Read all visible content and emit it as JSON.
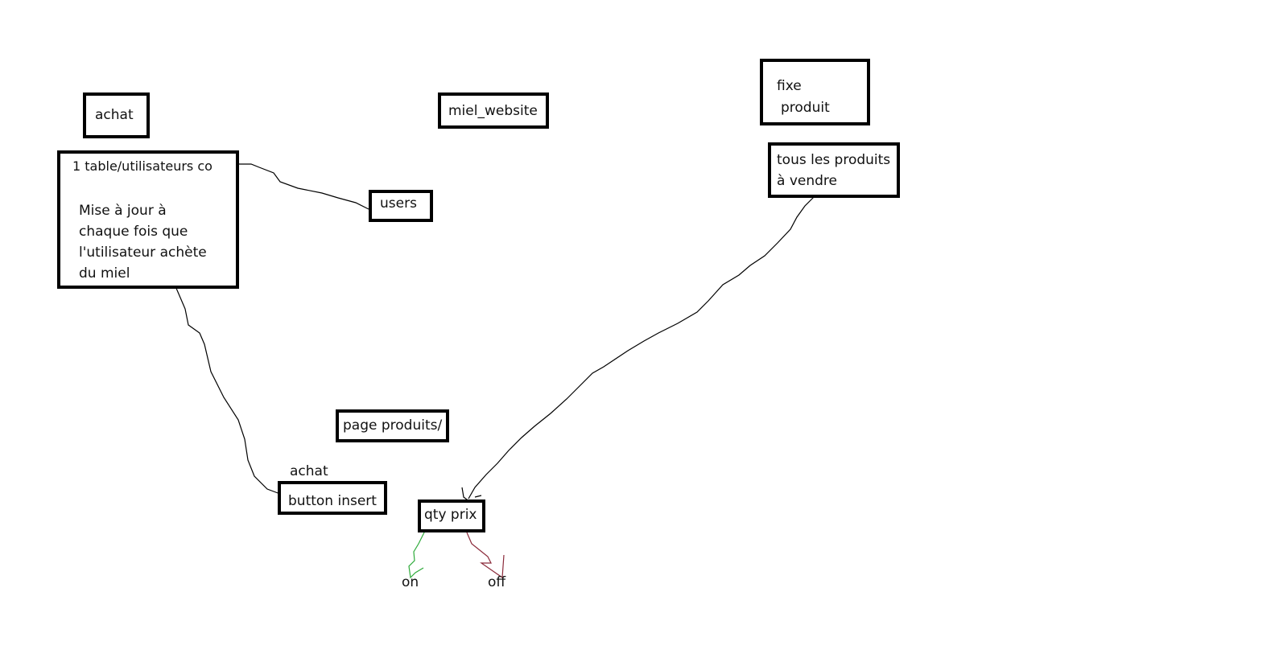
{
  "boxes": {
    "achat_header": "achat",
    "miel_website": "miel_website",
    "fixe_produit_line1": "fixe",
    "fixe_produit_line2": "produit",
    "table_utilisateurs_title": "1 table/utilisateurs co",
    "table_utilisateurs_desc_line1": "Mise à jour à",
    "table_utilisateurs_desc_line2": "chaque fois que",
    "table_utilisateurs_desc_line3": "l'utilisateur achète",
    "table_utilisateurs_desc_line4": "du miel",
    "users": "users",
    "tous_produits_line1": "tous les produits",
    "tous_produits_line2": "à vendre",
    "page_produits": "page produits/",
    "button_insert": "button insert",
    "qty_prix": "qty prix"
  },
  "labels": {
    "achat_small": "achat",
    "on": "on",
    "off": "off"
  },
  "colors": {
    "box_border": "#000000",
    "connector": "#000000",
    "on_arrow": "#2eaa3a",
    "off_arrow": "#8b2a3a"
  }
}
